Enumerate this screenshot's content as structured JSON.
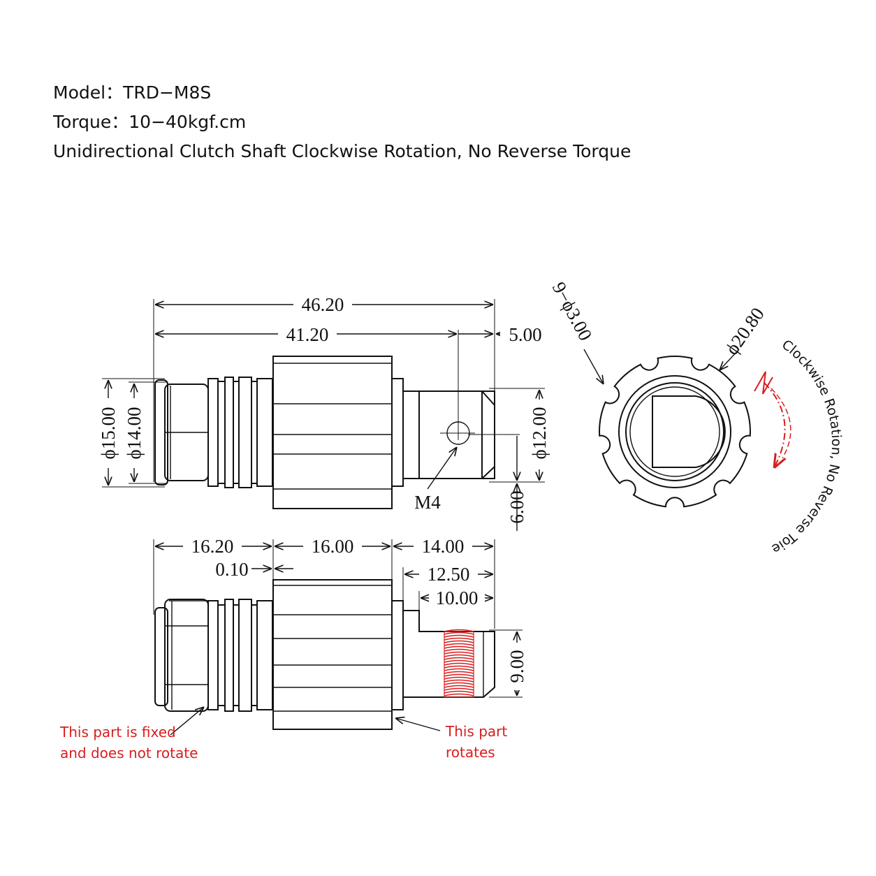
{
  "header": {
    "model": "Model：TRD−M8S",
    "torque": "Torque：10−40kgf.cm",
    "description": "Unidirectional Clutch Shaft  Clockwise Rotation, No Reverse Torque"
  },
  "dimensions": {
    "overall_length": "46.20",
    "body_length": "41.20",
    "shaft_end": "5.00",
    "outer_dia": "ϕ15.00",
    "inner_dia": "ϕ14.00",
    "shaft_dia": "ϕ12.00",
    "thread": "M4",
    "flat_offset": "6.00",
    "hole_spec": "9−ϕ3.00",
    "gear_dia": "ϕ20.80",
    "fixed_len": "16.20",
    "rotor_len": "16.00",
    "shaft_len": "14.00",
    "gap": "0.10",
    "shaft_len2": "12.50",
    "knurl_len": "10.00",
    "knurl_height": "9.00"
  },
  "notes": {
    "fixed_line1": "This part is fixed",
    "fixed_line2": "and does not rotate",
    "rotates_line1": "This part",
    "rotates_line2": "rotates",
    "rotation": "Clockwise Rotation, No Reverse Toie"
  },
  "colors": {
    "annotation": "#d81e1e",
    "line": "#111111"
  }
}
